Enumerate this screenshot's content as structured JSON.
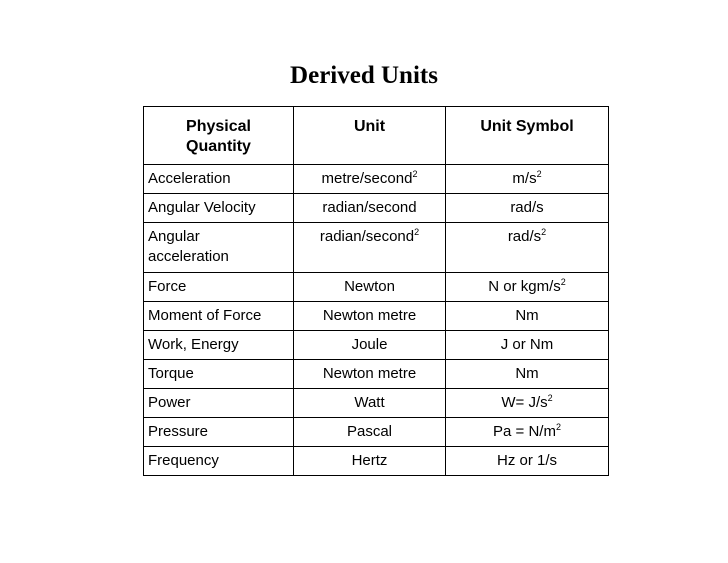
{
  "title": "Derived Units",
  "headers": {
    "quantity": "Physical Quantity",
    "unit": "Unit",
    "symbol": "Unit Symbol"
  },
  "rows": [
    {
      "quantity": "Acceleration",
      "unit": "metre/second",
      "unit_sup": "2",
      "symbol": "m/s",
      "symbol_sup": "2"
    },
    {
      "quantity": "Angular Velocity",
      "unit": "radian/second",
      "unit_sup": "",
      "symbol": "rad/s",
      "symbol_sup": ""
    },
    {
      "quantity": "Angular acceleration",
      "unit": "radian/second",
      "unit_sup": "2",
      "symbol": "rad/s",
      "symbol_sup": "2"
    },
    {
      "quantity": "Force",
      "unit": "Newton",
      "unit_sup": "",
      "symbol": "N or kgm/s",
      "symbol_sup": "2"
    },
    {
      "quantity": "Moment of Force",
      "unit": "Newton metre",
      "unit_sup": "",
      "symbol": "Nm",
      "symbol_sup": ""
    },
    {
      "quantity": "Work, Energy",
      "unit": "Joule",
      "unit_sup": "",
      "symbol": "J or Nm",
      "symbol_sup": ""
    },
    {
      "quantity": "Torque",
      "unit": "Newton metre",
      "unit_sup": "",
      "symbol": "Nm",
      "symbol_sup": ""
    },
    {
      "quantity": "Power",
      "unit": "Watt",
      "unit_sup": "",
      "symbol": "W= J/s",
      "symbol_sup": "2"
    },
    {
      "quantity": "Pressure",
      "unit": "Pascal",
      "unit_sup": "",
      "symbol": "Pa = N/m",
      "symbol_sup": "2"
    },
    {
      "quantity": "Frequency",
      "unit": "Hertz",
      "unit_sup": "",
      "symbol": "Hz or 1/s",
      "symbol_sup": ""
    }
  ]
}
